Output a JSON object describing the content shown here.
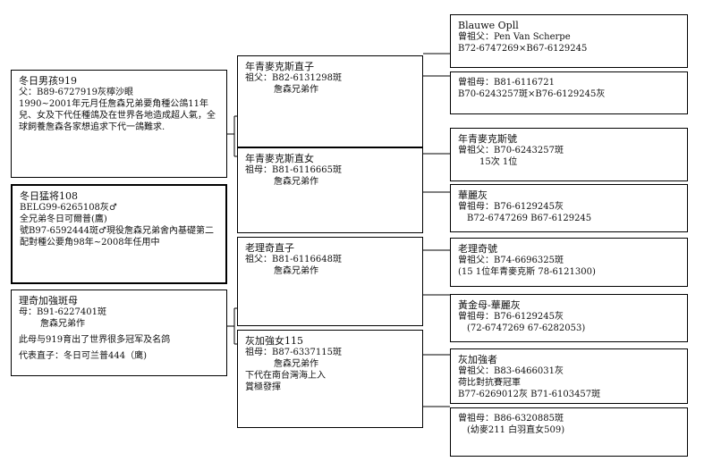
{
  "parents": {
    "sire": {
      "title": "冬日男孩919",
      "father": "父：B89-6727919灰檸沙眼",
      "desc": "1990~2001年元月任詹森兄弟要角種公鴿11年兒、女及下代任種鴿及在世界各地造成超人氣，全球飼養詹森各家想追求下代一鴿難求."
    },
    "dam_sire": {
      "title": "冬日猛将108",
      "ring": "BELG99-6265108灰♂",
      "brother": "全兄弟冬日可爾普(鷹)",
      "desc": "號B97-6592444斑♂現役詹森兄弟舍內基礎第二配對種公要角98年~2008年任用中"
    },
    "dam": {
      "title": "理奇加強斑母",
      "mother": "母：B91-6227401斑",
      "breeder": "詹森兄弟作",
      "desc": "此母与919育出了世界很多冠军及名鸽",
      "rep": "代表直子：冬日可兰普444（鹰)"
    }
  },
  "grandparents": [
    {
      "title": "年青麥克斯直子",
      "line": "祖父：B82-6131298斑",
      "breeder": "詹森兄弟作"
    },
    {
      "title": "年青麥克斯直女",
      "line": "祖母：B81-6116665斑",
      "breeder": "詹森兄弟作"
    },
    {
      "title": "老理奇直子",
      "line": "祖父：B81-6116648斑",
      "breeder": "詹森兄弟作"
    },
    {
      "title": "灰加強女115",
      "line": "祖母：B87-6337115斑",
      "breeder": "詹森兄弟作",
      "note1": "下代在南台灣海上入",
      "note2": "賞極發揮"
    }
  ],
  "great_grandparents": [
    {
      "title": "Blauwe Opll",
      "line1": "曾祖父：Pen Van Scherpe",
      "line2": "B72-6747269×B67-6129245"
    },
    {
      "line1": "曾祖母：B81-6116721",
      "line2": "B70-6243257斑×B76-6129245灰"
    },
    {
      "title": "年青麥克斯號",
      "line1": "曾祖父：B70-6243257斑",
      "line2": "15次 1位"
    },
    {
      "title": "華麗灰",
      "line1": "曾祖母：B76-6129245灰",
      "line2": "B72-6747269 B67-6129245"
    },
    {
      "title": "老理奇號",
      "line1": "曾祖父：B74-6696325斑",
      "line2": "(15 1位年青麥克斯 78-6121300)"
    },
    {
      "title": "黃金母-華麗灰",
      "line1": "曾祖母：B76-6129245灰",
      "line2": "(72-6747269 67-6282053)"
    },
    {
      "title": "灰加強者",
      "line1": "曾祖父：B83-6466031灰",
      "line2": "荷比對抗賽冠軍",
      "line3": "B77-6269012灰 B71-6103457斑"
    },
    {
      "line1": "曾祖母：B86-6320885斑",
      "line2": "(幼麥211 白羽直女509)"
    }
  ]
}
